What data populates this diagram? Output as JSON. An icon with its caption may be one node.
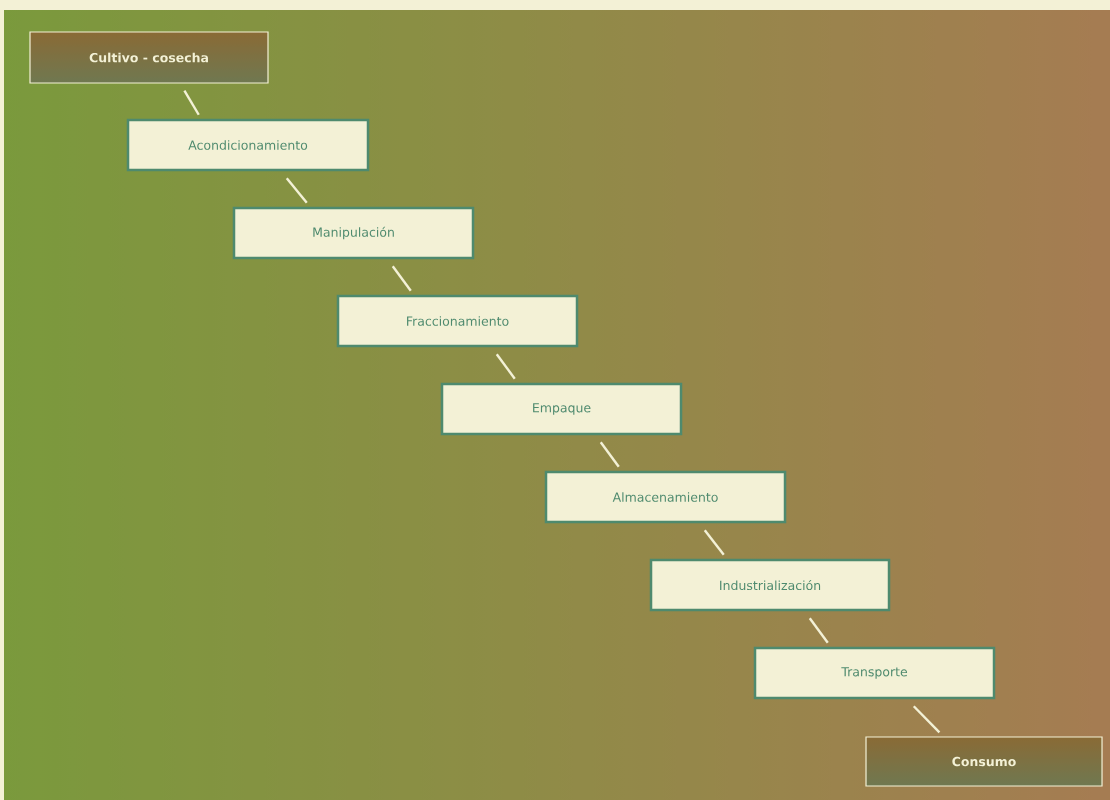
{
  "diagram": {
    "nodes": [
      {
        "text": [
          "Cultivo - cosecha"
        ]
      },
      {
        "text": [
          "Acondicionamiento"
        ]
      },
      {
        "text": [
          "Manipulación"
        ]
      },
      {
        "text": [
          "Fraccionamiento"
        ]
      },
      {
        "text": [
          "Empaque"
        ]
      },
      {
        "text": [
          "Almacenamiento"
        ]
      },
      {
        "text": [
          "Industrialización"
        ]
      },
      {
        "text": [
          "Transporte"
        ]
      },
      {
        "text": [
          "Consumo"
        ]
      }
    ],
    "edges": [
      {
        "from": 0,
        "to": 1,
        "arrow": "none"
      },
      {
        "from": 1,
        "to": 2,
        "arrow": "none"
      },
      {
        "from": 2,
        "to": 3,
        "arrow": "none"
      },
      {
        "from": 3,
        "to": 4,
        "arrow": "none"
      },
      {
        "from": 4,
        "to": 5,
        "arrow": "none"
      },
      {
        "from": 5,
        "to": 6,
        "arrow": "none"
      },
      {
        "from": 6,
        "to": 7,
        "arrow": "none"
      },
      {
        "from": 7,
        "to": 8,
        "arrow": "none"
      }
    ]
  }
}
